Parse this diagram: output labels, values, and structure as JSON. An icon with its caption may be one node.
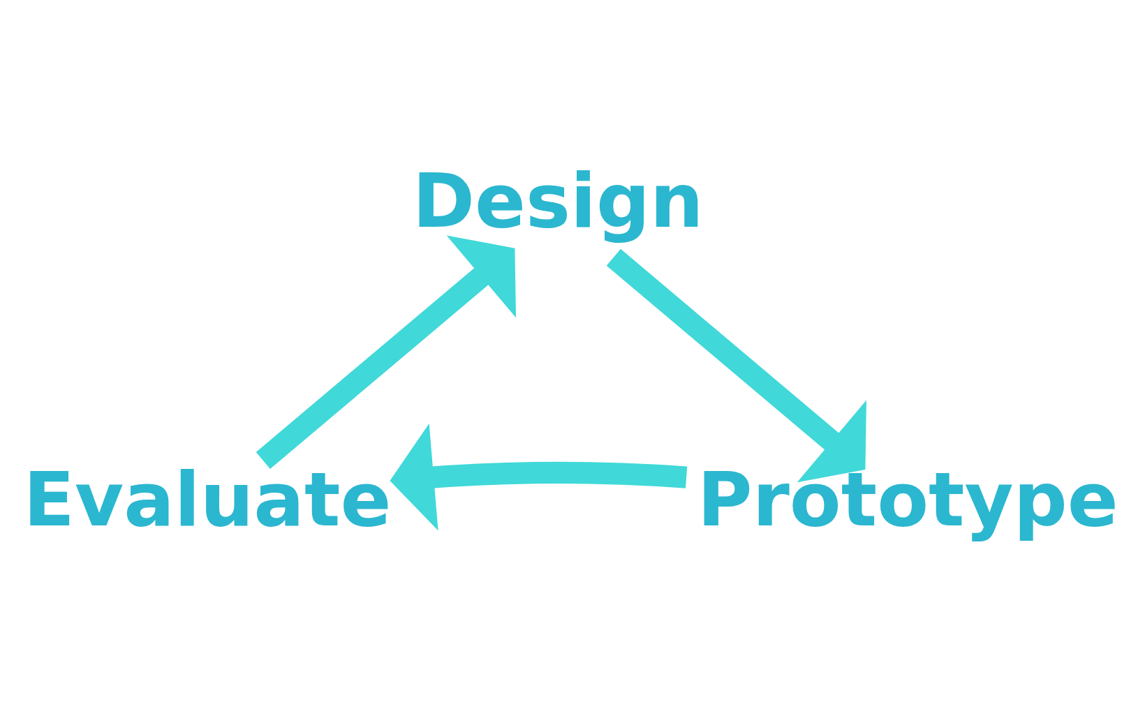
{
  "diagram": {
    "nodes": [
      {
        "text": [
          "Design"
        ]
      },
      {
        "text": [
          "Prototype"
        ]
      },
      {
        "text": [
          "Evaluate"
        ]
      }
    ],
    "edges": [
      {
        "from": 0,
        "to": 1,
        "arrow": "to"
      },
      {
        "from": 1,
        "to": 2,
        "arrow": "to"
      },
      {
        "from": 2,
        "to": 0,
        "arrow": "to"
      }
    ]
  }
}
